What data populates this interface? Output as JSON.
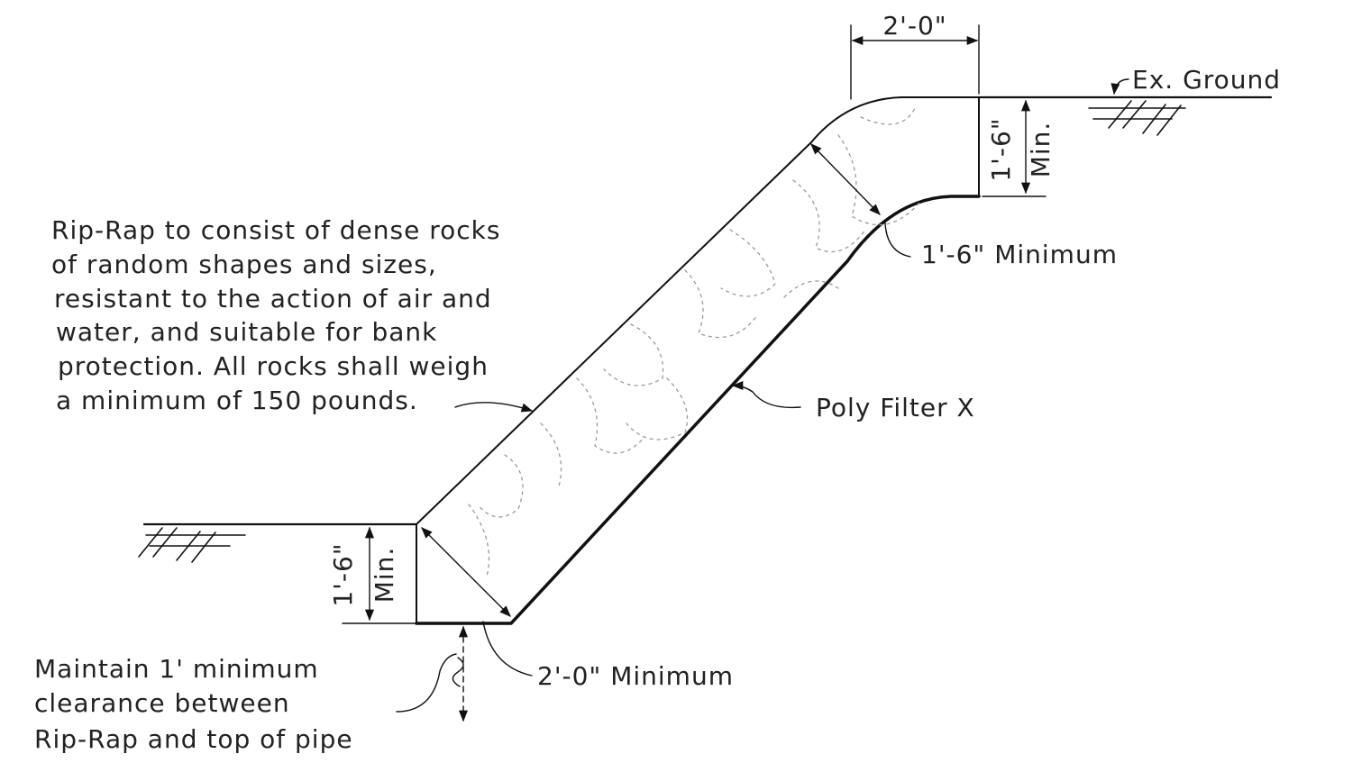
{
  "labels": {
    "top_width": "2'-0\"",
    "ex_ground": "Ex. Ground",
    "top_depth_value": "1'-6\"",
    "top_depth_min": "Min.",
    "top_thickness": "1'-6\" Minimum",
    "riprap_note": [
      "Rip-Rap to consist of dense rocks",
      "of random shapes and sizes,",
      "resistant to the action of air and",
      "water, and suitable for bank",
      "protection. All rocks shall weigh",
      "a minimum of 150 pounds."
    ],
    "poly_filter": "Poly Filter X",
    "bottom_depth_value": "1'-6\"",
    "bottom_depth_min": "Min.",
    "bottom_thickness": "2'-0\" Minimum",
    "clearance_note": [
      "Maintain 1' minimum",
      "clearance between",
      "Rip-Rap and top of pipe"
    ]
  }
}
